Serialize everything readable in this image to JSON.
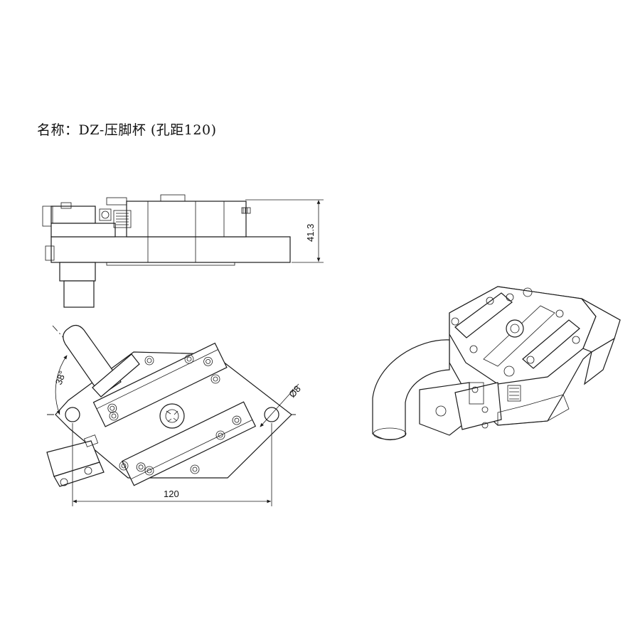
{
  "title": "名称：DZ-压脚杯 (孔距120)",
  "dimensions": {
    "height": "41.3",
    "hole_spacing": "120",
    "hole_diameter": "Ø8",
    "angle": "38°"
  },
  "views": [
    "side-view",
    "top-view",
    "isometric-view"
  ]
}
